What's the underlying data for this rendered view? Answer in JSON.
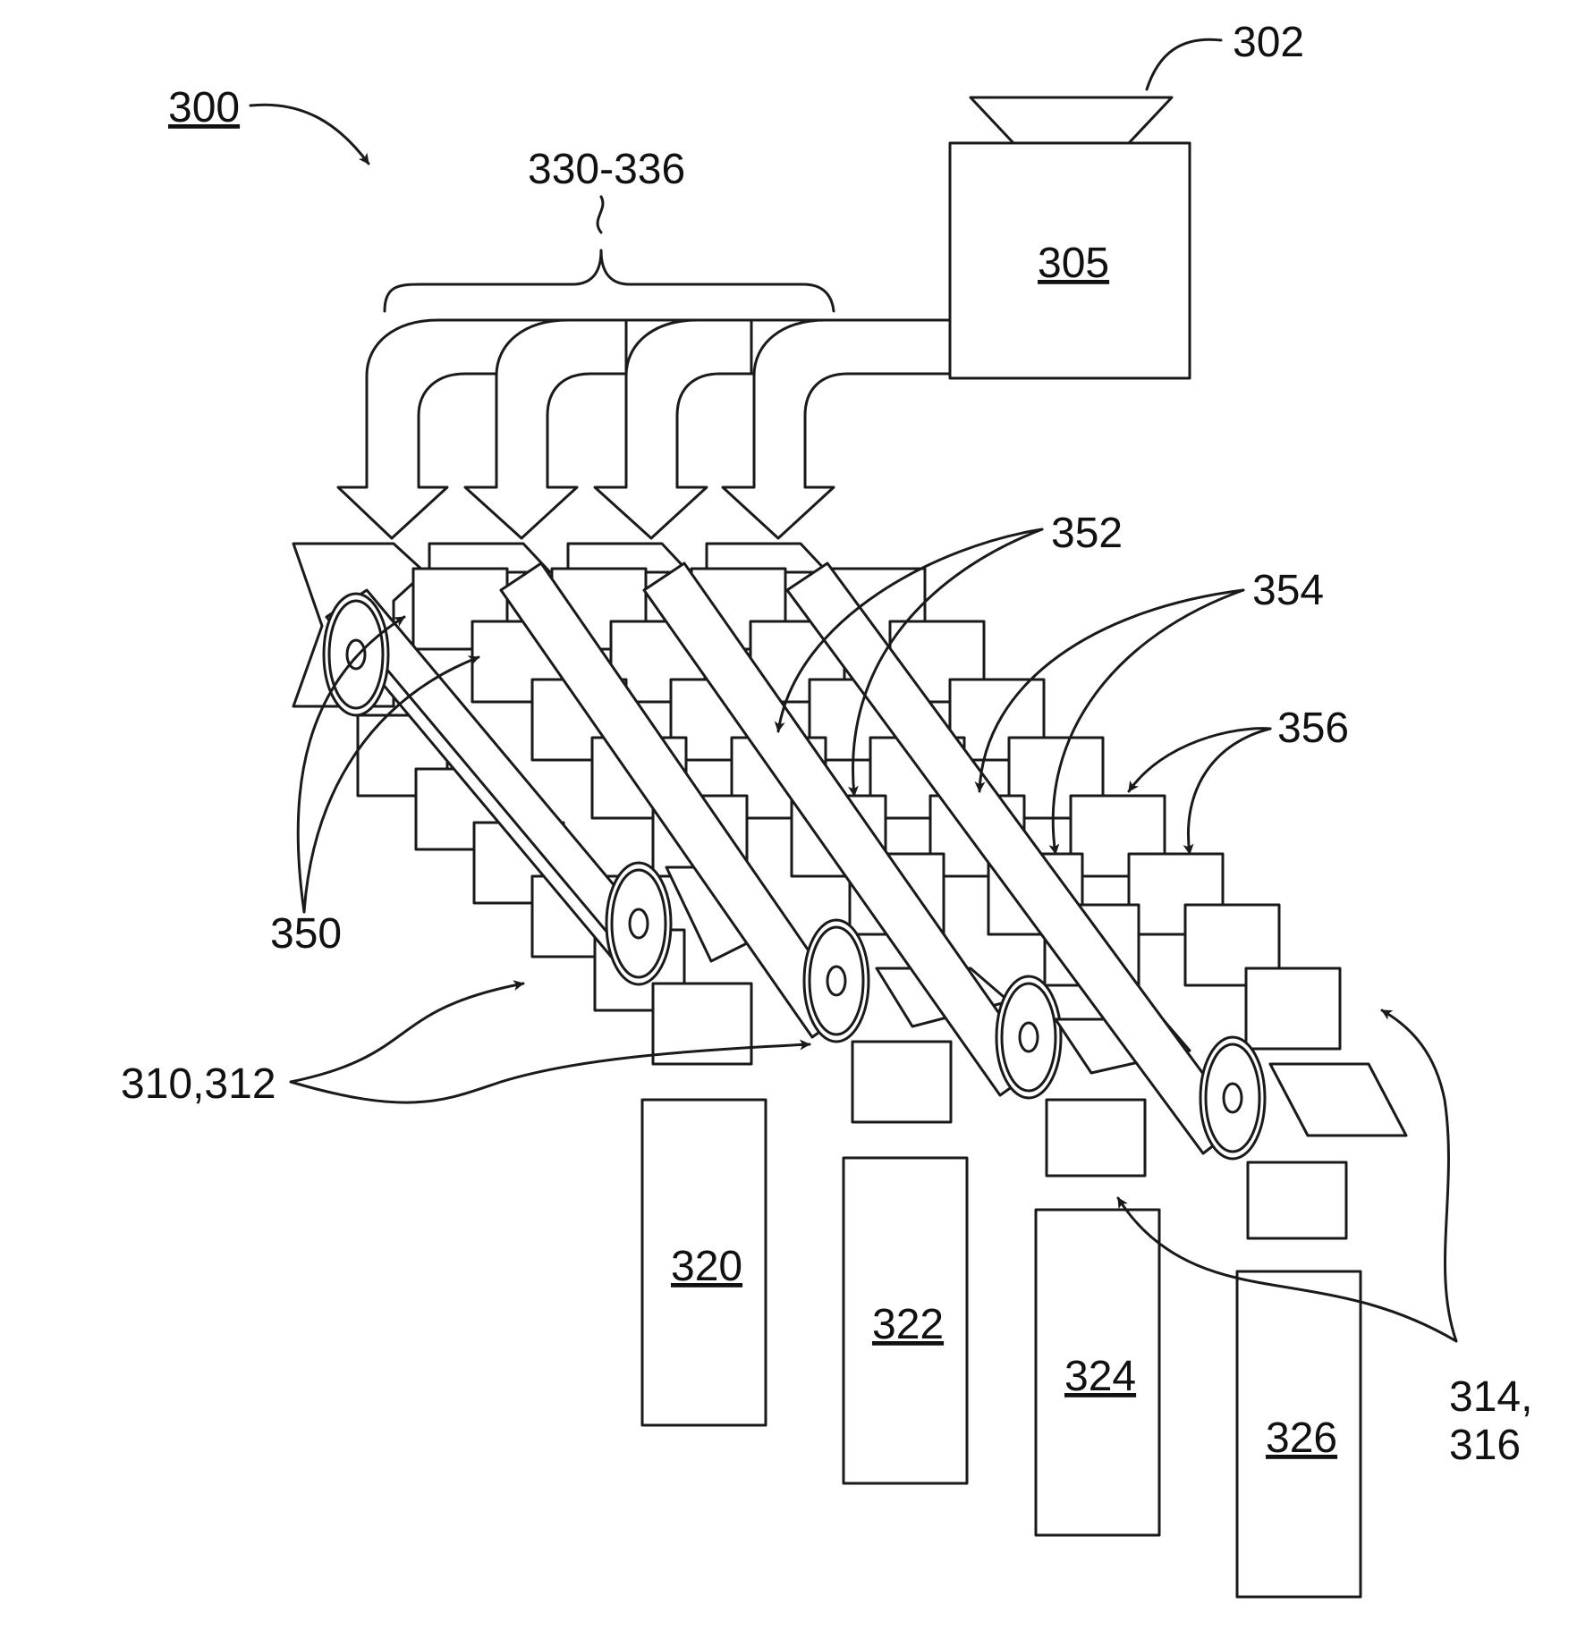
{
  "figure": {
    "ref_main": "300",
    "ref_hopper": "302",
    "ref_source_box": "305",
    "ref_feed_streams": "330-336",
    "ref_pulleys": "350",
    "ref_plates_a": "352",
    "ref_plates_b": "354",
    "ref_plates_c": "356",
    "ref_belts": "310,312",
    "ref_sides_line1": "314,",
    "ref_sides_line2": "316",
    "bins": [
      {
        "label": "320"
      },
      {
        "label": "322"
      },
      {
        "label": "324"
      },
      {
        "label": "326"
      }
    ]
  },
  "colors": {
    "stroke": "#1a1a1a",
    "background": "#ffffff"
  }
}
